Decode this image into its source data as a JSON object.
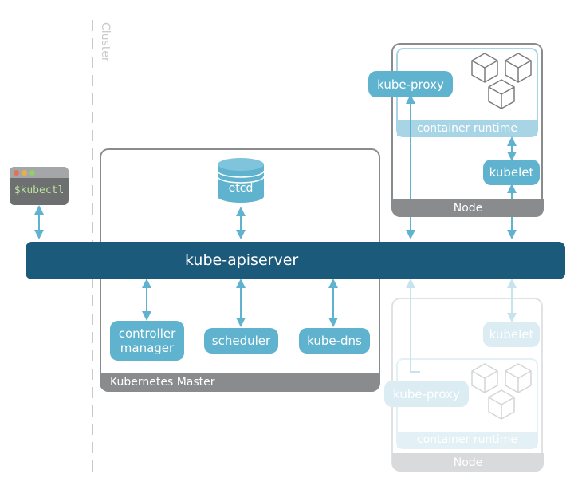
{
  "diagram": {
    "cluster_label": "Cluster",
    "kubectl": {
      "label": "$kubectl",
      "dot_colors": [
        "#e2725b",
        "#e8b04a",
        "#8ccf6b"
      ]
    },
    "apiserver": {
      "label": "kube-apiserver"
    },
    "master": {
      "label": "Kubernetes Master",
      "etcd": "etcd",
      "components": [
        "controller\nmanager",
        "scheduler",
        "kube-dns"
      ]
    },
    "nodes": [
      {
        "footer": "Node",
        "kube_proxy": "kube-proxy",
        "container_runtime": "container runtime",
        "kubelet": "kubelet"
      },
      {
        "footer": "Node",
        "kube_proxy": "kube-proxy",
        "container_runtime": "container runtime",
        "kubelet": "kubelet"
      }
    ],
    "colors": {
      "apiserver": "#1b5a7a",
      "component": "#5fb3cf",
      "footer": "#8a8b8d",
      "arrow": "#5fb3cf"
    }
  }
}
